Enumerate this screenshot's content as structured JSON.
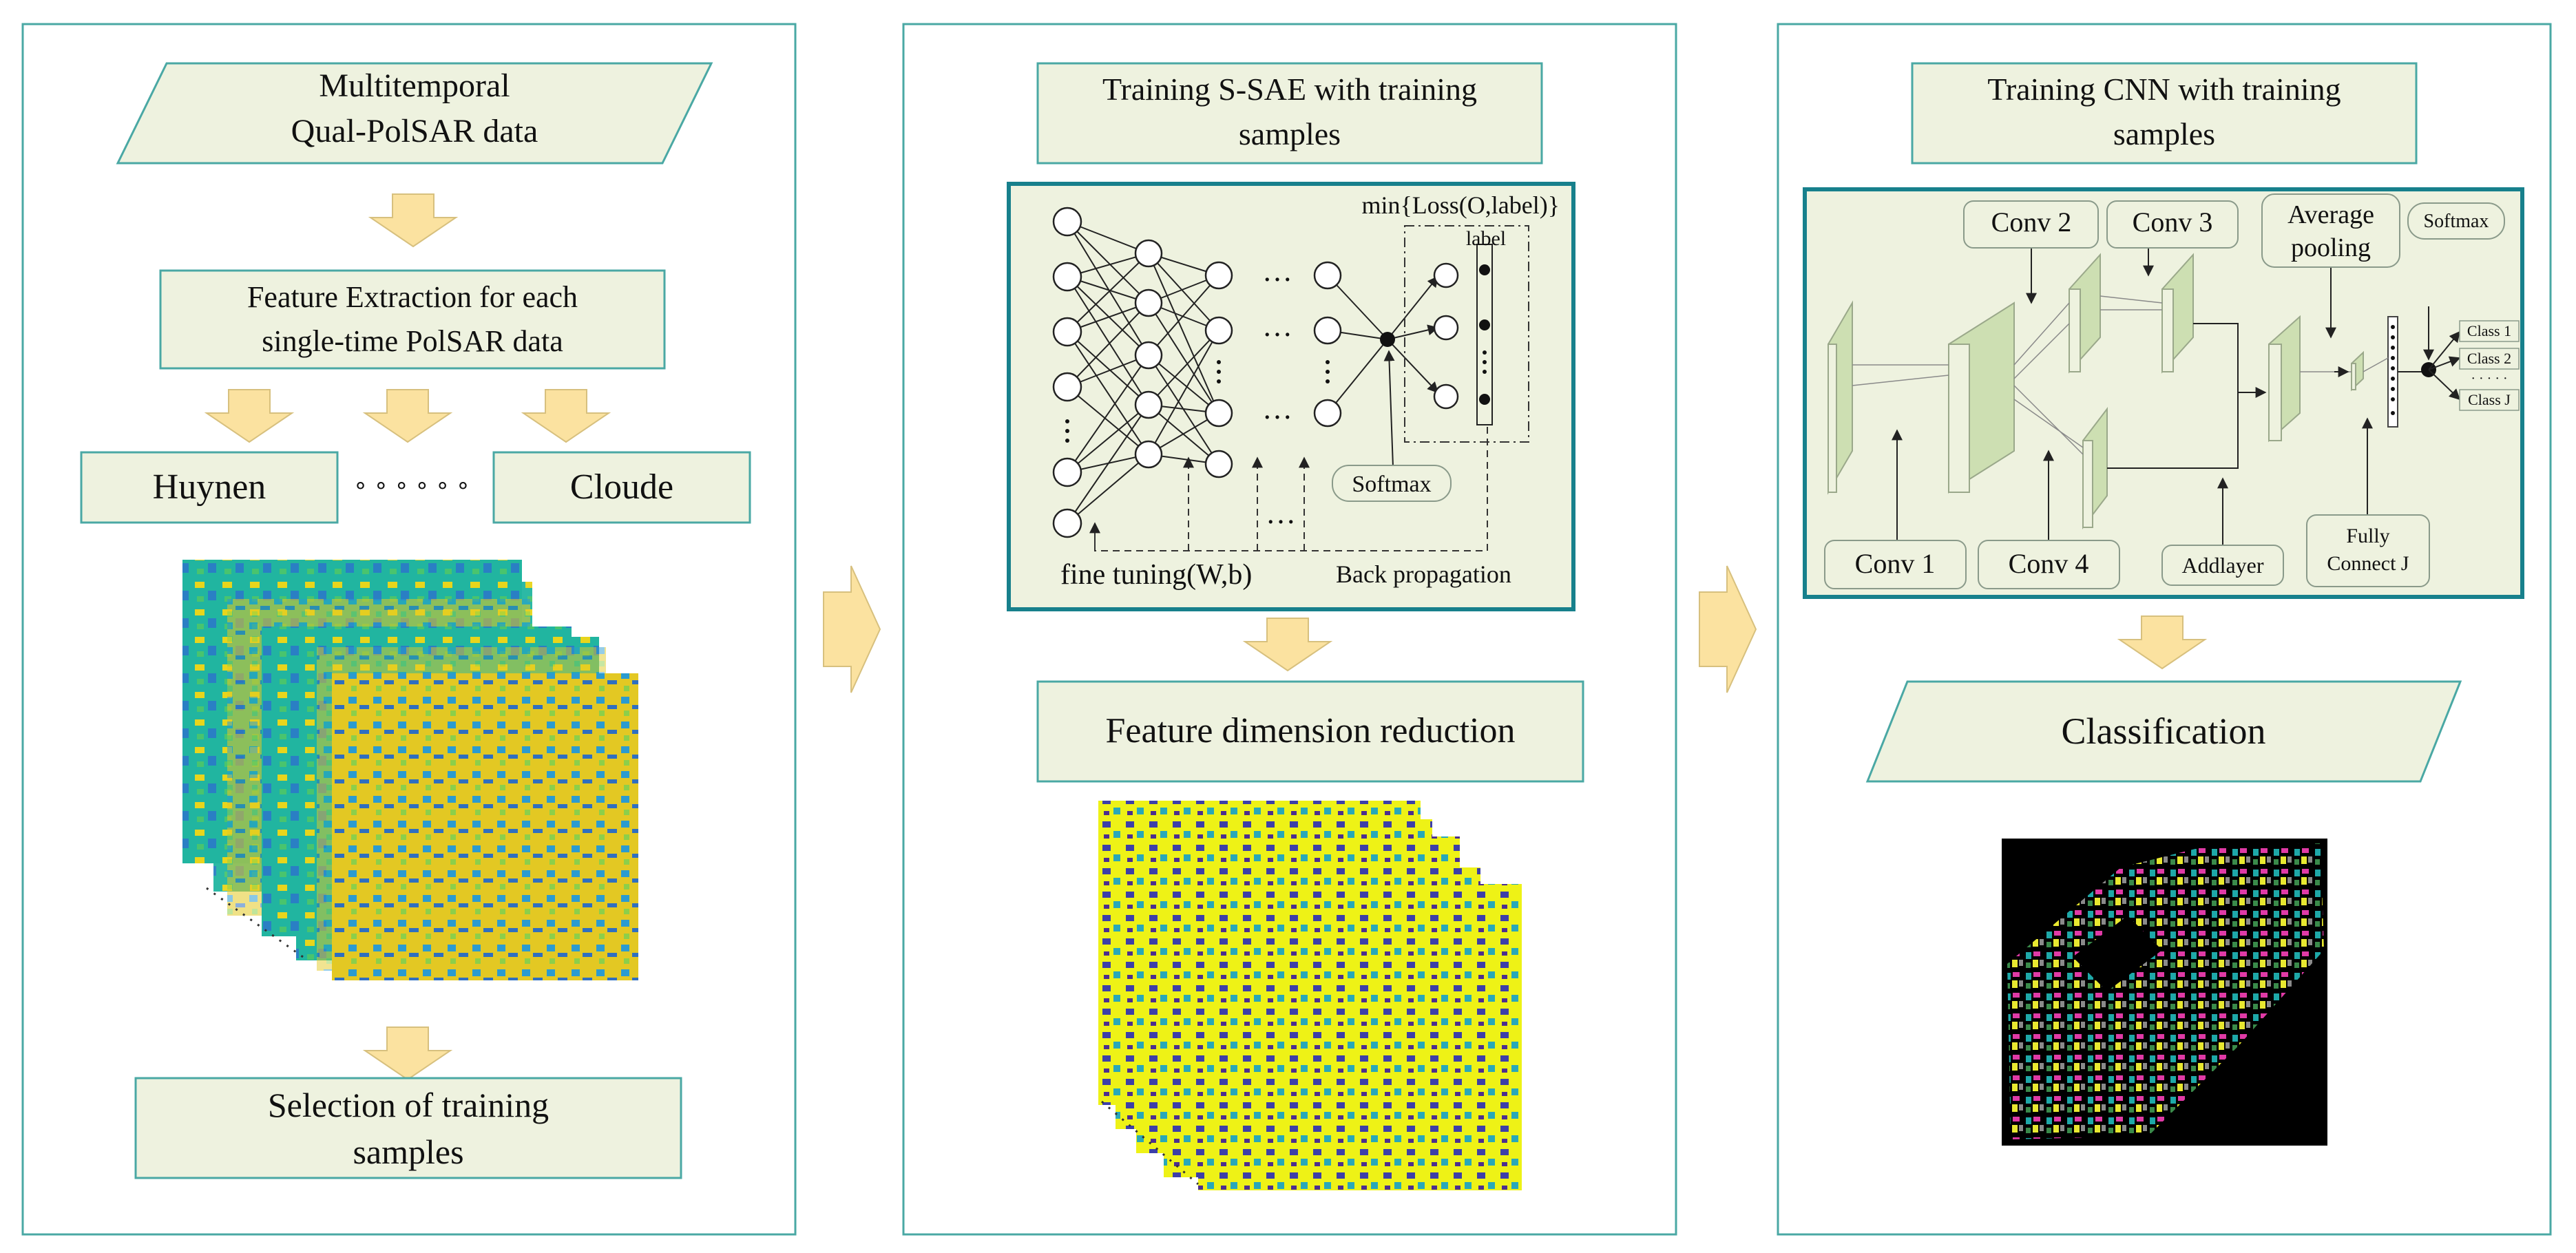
{
  "colors": {
    "panel_border": "#4aa8a4",
    "box_fill": "#eef2df",
    "box_border": "#4aa8a4",
    "network_border": "#17808c",
    "arrow_fill": "#fbe2a0",
    "arrow_stroke": "#d7c07e",
    "layer_fill": "#cddfb2",
    "layer_stroke": "#9aa88a"
  },
  "panel1": {
    "input_line1": "Multitemporal",
    "input_line2": "Qual-PolSAR data",
    "extract_line1": "Feature Extraction for each",
    "extract_line2": "single-time PolSAR data",
    "huynen": "Huynen",
    "dots": "∘ ∘ ∘    ∘ ∘ ∘",
    "cloude": "Cloude",
    "selection_line1": "Selection of training",
    "selection_line2": "samples"
  },
  "panel2": {
    "title_line1": "Training S-SAE with training",
    "title_line2": "samples",
    "loss": "min{Loss(O,label)}",
    "label": "label",
    "softmax": "Softmax",
    "ellipsis": "…",
    "fine_tuning": "fine tuning(W,b)",
    "back_propagation": "Back propagation",
    "reduction": "Feature dimension reduction"
  },
  "panel3": {
    "title_line1": "Training CNN with training",
    "title_line2": "samples",
    "conv1": "Conv 1",
    "conv2": "Conv 2",
    "conv3": "Conv 3",
    "conv4": "Conv 4",
    "avg_line1": "Average",
    "avg_line2": "pooling",
    "softmax": "Softmax",
    "addlayer": "Addlayer",
    "fc_line1": "Fully",
    "fc_line2": "Connect  J",
    "class1": "Class 1",
    "class2": "Class 2",
    "class_dots": "· · · · ·",
    "classj": "Class J",
    "classification": "Classification"
  }
}
